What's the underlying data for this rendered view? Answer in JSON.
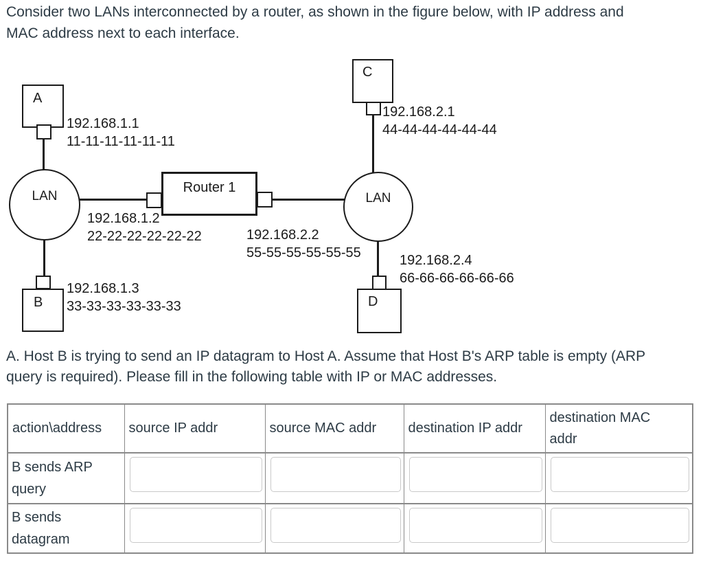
{
  "intro": {
    "line1": "Consider two LANs interconnected by a router, as shown in the figure below, with IP address and",
    "line2": "MAC address next to each interface."
  },
  "question": {
    "line1": "A. Host B is trying to send an IP datagram to Host A. Assume that Host B's ARP table is empty (ARP",
    "line2": "query is required). Please fill in the following table with IP or MAC addresses."
  },
  "diagram": {
    "host_a": "A",
    "host_b": "B",
    "host_c": "C",
    "host_d": "D",
    "lan_left": "LAN",
    "lan_right": "LAN",
    "router": "Router 1",
    "if_a": {
      "ip": "192.168.1.1",
      "mac": "11-11-11-11-11-11"
    },
    "if_router_left": {
      "ip": "192.168.1.2",
      "mac": "22-22-22-22-22-22"
    },
    "if_b": {
      "ip": "192.168.1.3",
      "mac": "33-33-33-33-33-33"
    },
    "if_c": {
      "ip": "192.168.2.1",
      "mac": "44-44-44-44-44-44"
    },
    "if_router_right": {
      "ip": "192.168.2.2",
      "mac": "55-55-55-55-55-55"
    },
    "if_d": {
      "ip": "192.168.2.4",
      "mac": "66-66-66-66-66-66"
    }
  },
  "table": {
    "headers": [
      "action\\address",
      "source IP addr",
      "source MAC addr",
      "destination IP addr",
      "destination MAC addr"
    ],
    "rows": [
      {
        "label": "B sends ARP query",
        "values": [
          "",
          "",
          "",
          ""
        ]
      },
      {
        "label": "B sends datagram",
        "values": [
          "",
          "",
          "",
          ""
        ]
      }
    ]
  },
  "colors": {
    "text": "#2d3b45",
    "diagram_stroke": "#1b1b1b",
    "table_border": "#898989",
    "input_border": "#c9c9c9"
  }
}
